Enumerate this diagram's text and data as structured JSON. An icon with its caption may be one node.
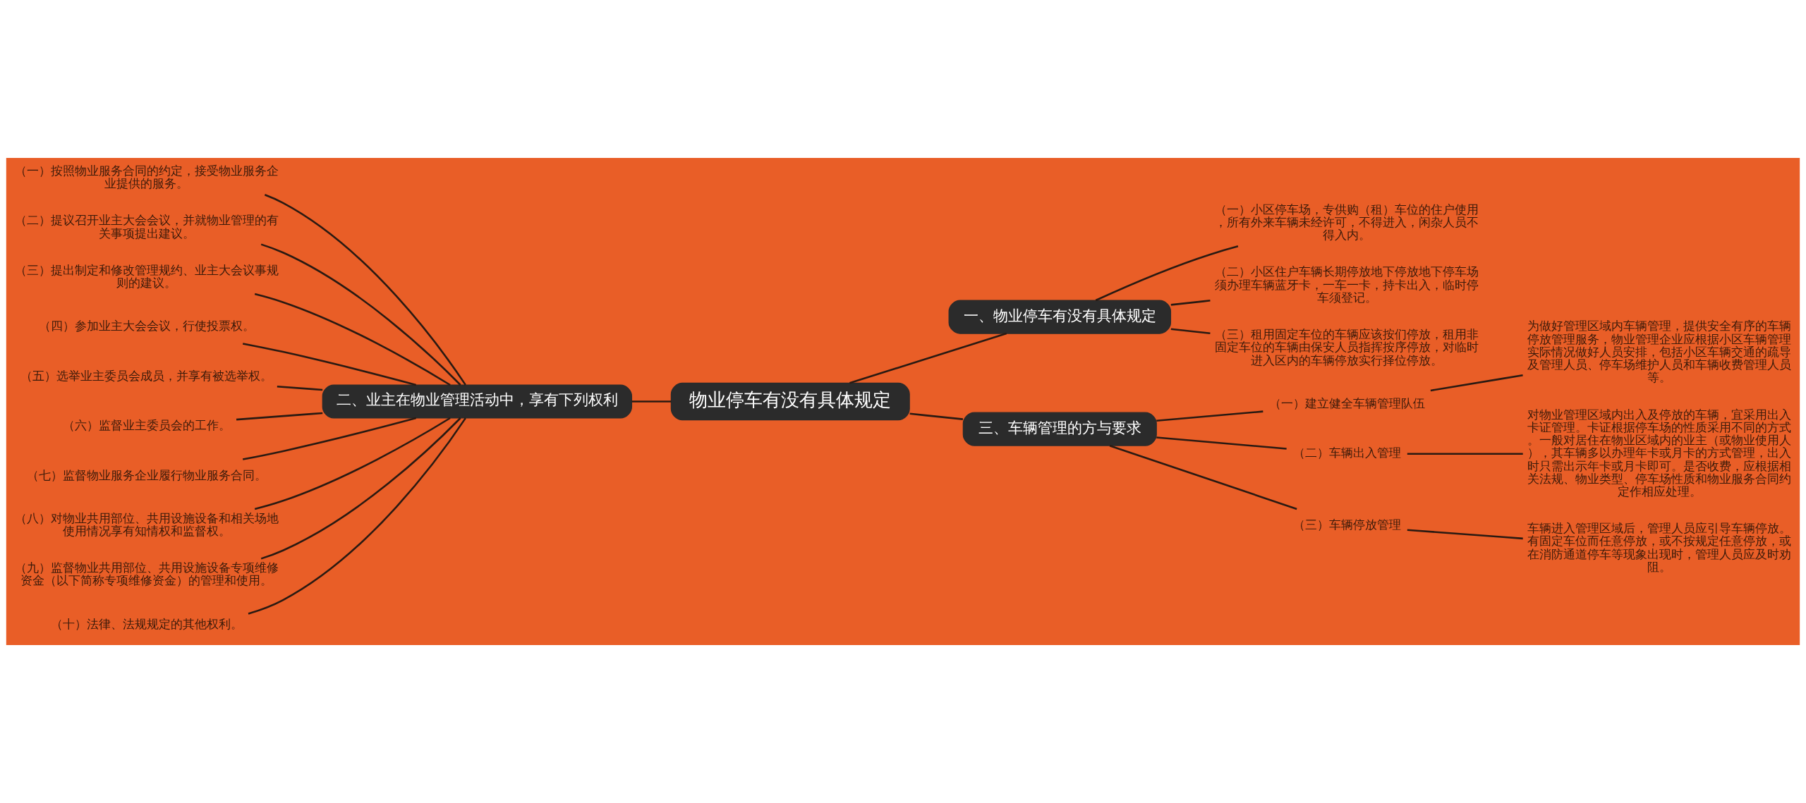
{
  "diagram": {
    "nodes": [
      {
        "text": [
          "物业停车有没有具体规定"
        ]
      },
      {
        "text": [
          "一、物业停车有没有具体规定"
        ]
      },
      {
        "text": [
          "（一）小区停车场，专供购（租）车位的住户使用，所有外来车辆未经许可，不得进入，闲杂人员不得入内。"
        ]
      },
      {
        "text": [
          "（二）小区住户车辆长期停放地下停放地下停车场须办理车辆蓝牙卡，一车一卡，持卡出入，临时停车须登记。"
        ]
      },
      {
        "text": [
          "（三）租用固定车位的车辆应该按们停放，租用非固定车位的车辆由保安人员指挥按序停放，对临时进入区内的车辆停放实行择位停放。"
        ]
      },
      {
        "text": [
          "二、业主在物业管理活动中，享有下列权利"
        ]
      },
      {
        "text": [
          "（一）按照物业服务合同的约定，接受物业服务企业提供的服务。"
        ]
      },
      {
        "text": [
          "（二）提议召开业主大会会议，并就物业管理的有关事项提出建议。"
        ]
      },
      {
        "text": [
          "（三）提出制定和修改管理规约、业主大会议事规则的建议。"
        ]
      },
      {
        "text": [
          "（四）参加业主大会会议，行使投票权。"
        ]
      },
      {
        "text": [
          "（五）选举业主委员会成员，并享有被选举权。"
        ]
      },
      {
        "text": [
          "（六）监督业主委员会的工作。"
        ]
      },
      {
        "text": [
          "（七）监督物业服务企业履行物业服务合同。"
        ]
      },
      {
        "text": [
          "（八）对物业共用部位、共用设施设备和相关场地使用情况享有知情权和监督权。"
        ]
      },
      {
        "text": [
          "（九）监督物业共用部位、共用设施设备专项维修资金（以下简称专项维修资金）的管理和使用。"
        ]
      },
      {
        "text": [
          "（十）法律、法规规定的其他权利。"
        ]
      },
      {
        "text": [
          "三、车辆管理的方与要求"
        ]
      },
      {
        "text": [
          "（一）建立健全车辆管理队伍"
        ]
      },
      {
        "text": [
          "为做好管理区域内车辆管理，提供安全有序的车辆停放管理服务，物业管理企业应根据小区车辆管理实际情况做好人员安排，包括小区车辆交通的疏导及管理人员、停车场维护人员和车辆收费管理人员等。"
        ]
      },
      {
        "text": [
          "（二）车辆出入管理"
        ]
      },
      {
        "text": [
          "对物业管理区域内出入及停放的车辆，宜采用出入卡证管理。卡证根据停车场的性质采用不同的方式。一般对居住在物业区域内的业主（或物业使用人），其车辆多以办理年卡或月卡的方式管理，出入时只需出示年卡或月卡即可。是否收费，应根据相关法规、物业类型、停车场性质和物业服务合同约定作相应处理。"
        ]
      },
      {
        "text": [
          "（三）车辆停放管理"
        ]
      },
      {
        "text": [
          "车辆进入管理区域后，管理人员应引导车辆停放。有固定车位而任意停放，或不按规定任意停放，或在消防通道停车等现象出现时，管理人员应及时劝阻。"
        ]
      }
    ],
    "edges": [
      {
        "from": 0,
        "to": 1,
        "arrow": "none"
      },
      {
        "from": 1,
        "to": 2,
        "arrow": "none"
      },
      {
        "from": 1,
        "to": 3,
        "arrow": "none"
      },
      {
        "from": 1,
        "to": 4,
        "arrow": "none"
      },
      {
        "from": 0,
        "to": 5,
        "arrow": "none"
      },
      {
        "from": 5,
        "to": 6,
        "arrow": "none"
      },
      {
        "from": 5,
        "to": 7,
        "arrow": "none"
      },
      {
        "from": 5,
        "to": 8,
        "arrow": "none"
      },
      {
        "from": 5,
        "to": 9,
        "arrow": "none"
      },
      {
        "from": 5,
        "to": 10,
        "arrow": "none"
      },
      {
        "from": 5,
        "to": 11,
        "arrow": "none"
      },
      {
        "from": 5,
        "to": 12,
        "arrow": "none"
      },
      {
        "from": 5,
        "to": 13,
        "arrow": "none"
      },
      {
        "from": 5,
        "to": 14,
        "arrow": "none"
      },
      {
        "from": 5,
        "to": 15,
        "arrow": "none"
      },
      {
        "from": 0,
        "to": 16,
        "arrow": "none"
      },
      {
        "from": 16,
        "to": 17,
        "arrow": "none"
      },
      {
        "from": 17,
        "to": 18,
        "arrow": "none"
      },
      {
        "from": 16,
        "to": 19,
        "arrow": "none"
      },
      {
        "from": 19,
        "to": 20,
        "arrow": "none"
      },
      {
        "from": 16,
        "to": 21,
        "arrow": "none"
      },
      {
        "from": 21,
        "to": 22,
        "arrow": "none"
      }
    ]
  }
}
